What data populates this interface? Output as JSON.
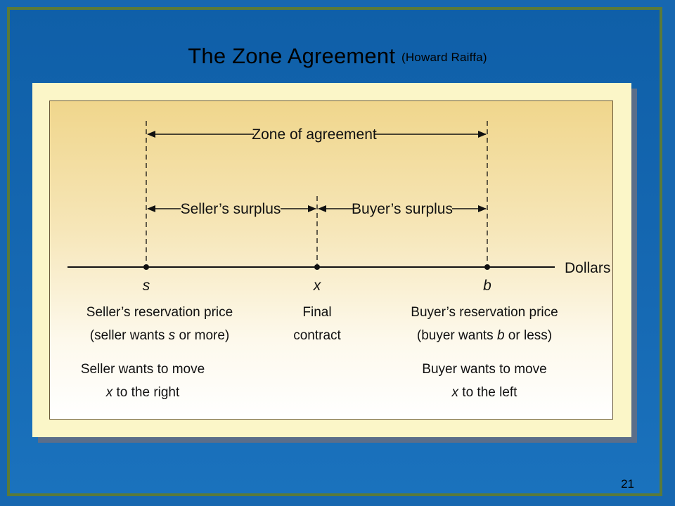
{
  "slide": {
    "title": "The Zone Agreement",
    "subtitle": "(Howard Raiffa)",
    "page_number": "21"
  },
  "diagram": {
    "zone_label": "Zone of agreement",
    "seller_surplus_label": "Seller’s surplus",
    "buyer_surplus_label": "Buyer’s surplus",
    "axis_label": "Dollars",
    "points": {
      "s": "s",
      "x": "x",
      "b": "b"
    },
    "seller": {
      "line1": "Seller’s reservation price",
      "line2_pre": "(seller wants ",
      "line2_var": "s",
      "line2_post": " or more)",
      "move_line1": "Seller wants to move",
      "move_line2_var": "x",
      "move_line2_post": " to the right"
    },
    "final": {
      "line1": "Final",
      "line2": "contract"
    },
    "buyer": {
      "line1": "Buyer’s reservation price",
      "line2_pre": "(buyer wants ",
      "line2_var": "b",
      "line2_post": " or less)",
      "move_line1": "Buyer wants to move",
      "move_line2_var": "x",
      "move_line2_post": " to the left"
    }
  },
  "colors": {
    "background": "#1767b0",
    "frame_border": "#5a7a3a",
    "card": "#fbf6c8"
  }
}
